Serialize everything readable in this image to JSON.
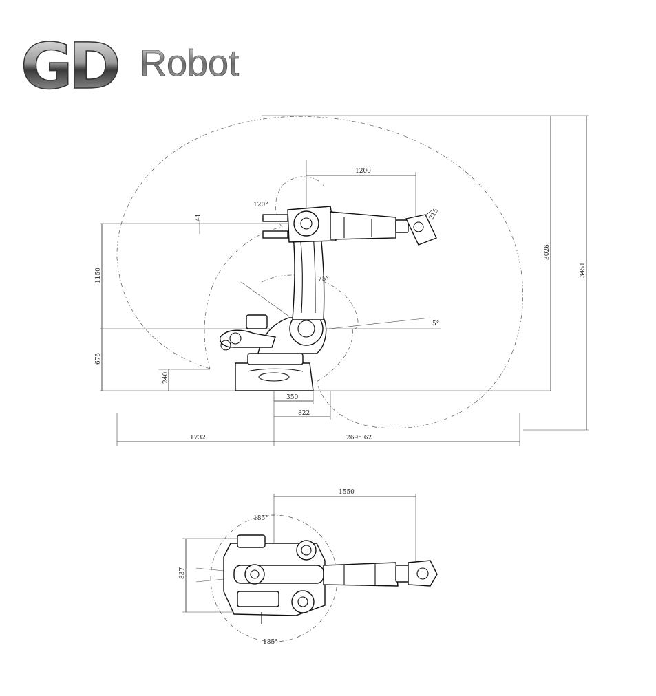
{
  "brand": {
    "logo_mark": "GD",
    "logo_word": "Robot",
    "colors": {
      "mark_dark": "#2b2b2b",
      "mark_light": "#d9d9d9",
      "line": "#222222"
    }
  },
  "side_view": {
    "dims": {
      "reach_1200": "1200",
      "flange_215": "215",
      "offset_41": "41",
      "height_1150": "1150",
      "height_675": "675",
      "height_240": "240",
      "height_3026": "3026",
      "height_3451": "3451",
      "base_350": "350",
      "base_822": "822",
      "rear_1732": "1732",
      "front_2695": "2695.62"
    },
    "angles": {
      "a4_120": "120°",
      "a3_75": "75°",
      "a2_5": "5°"
    }
  },
  "top_view": {
    "dims": {
      "reach_1550": "1550",
      "width_837": "837"
    },
    "angles": {
      "a1_top": "185°",
      "a1_bottom": "185°"
    }
  }
}
